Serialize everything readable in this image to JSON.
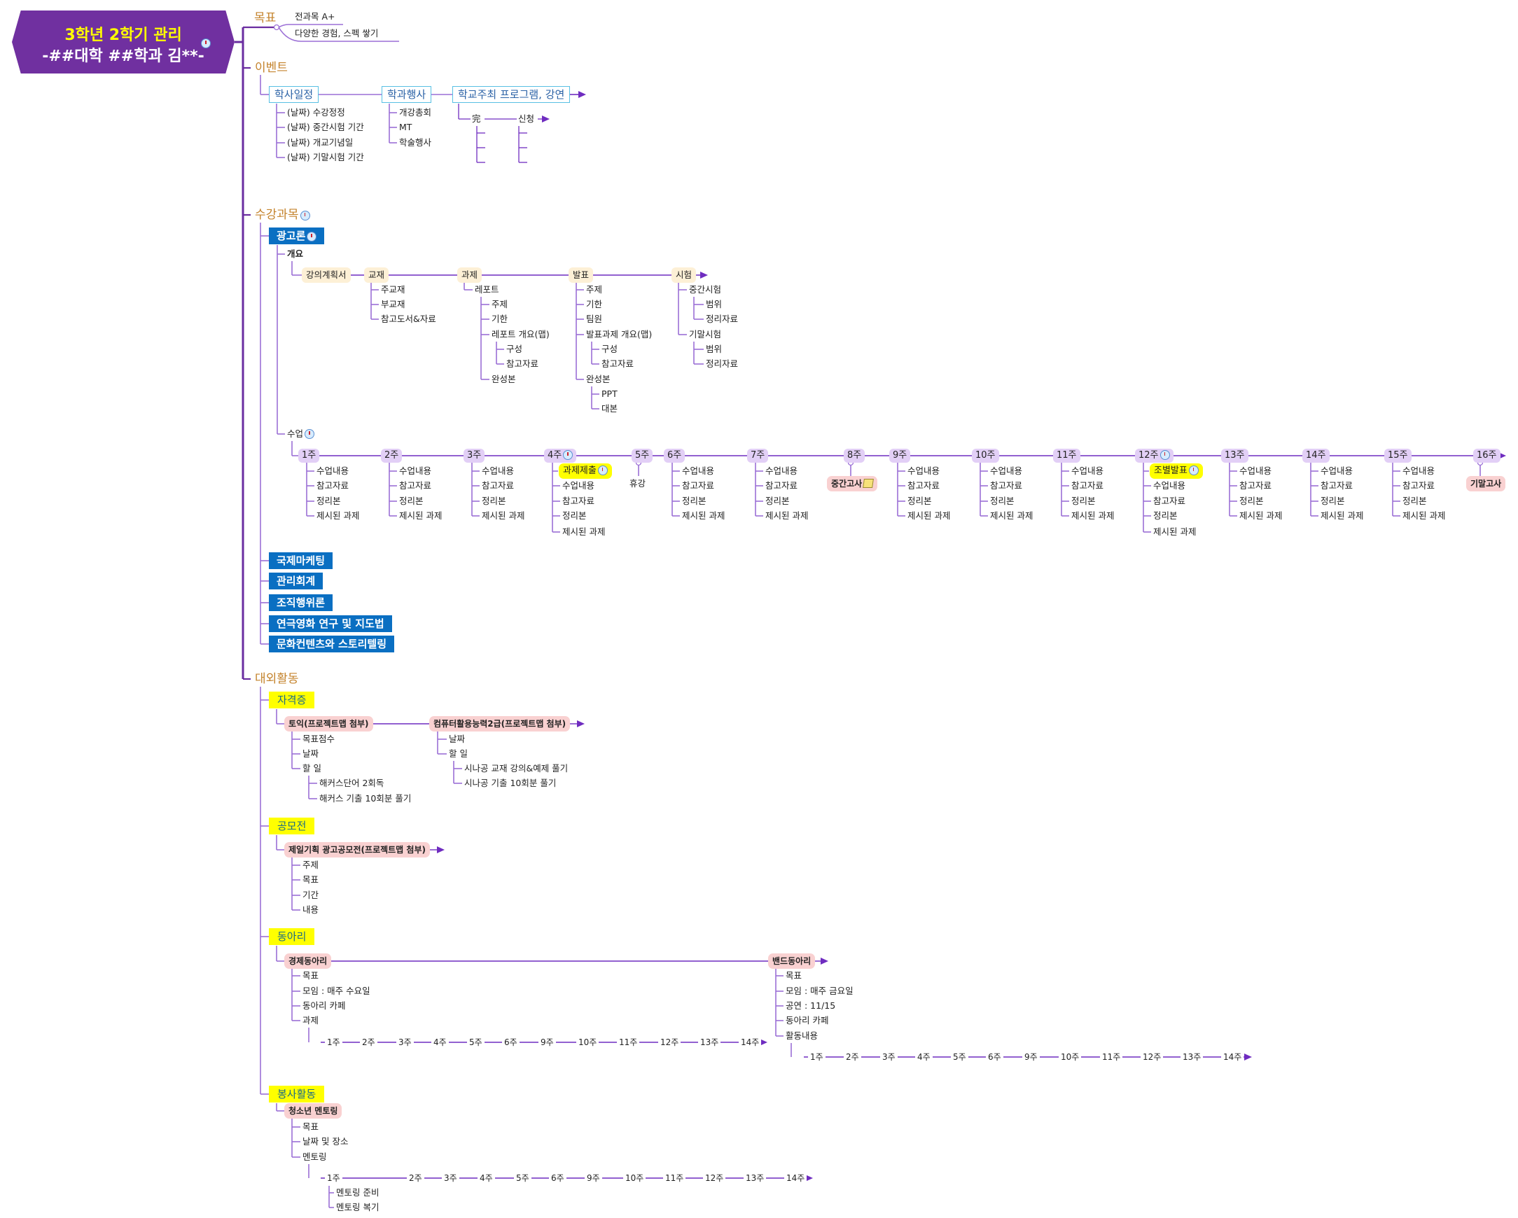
{
  "root": {
    "title": "3학년 2학기 관리",
    "subtitle": "-##대학 ##학과 김**-"
  },
  "goals": {
    "label": "목표",
    "items": [
      "전과목 A+",
      "다양한 경험, 스펙 쌓기"
    ]
  },
  "events": {
    "label": "이벤트",
    "academic": {
      "label": "학사일정",
      "items": [
        "(날짜) 수강정정",
        "(날짜) 중간시험 기간",
        "(날짜) 개교기념일",
        "(날짜) 기말시험 기간"
      ]
    },
    "dept": {
      "label": "학과행사",
      "items": [
        "개강총회",
        "MT",
        "학술행사"
      ]
    },
    "school": {
      "label": "학교주최 프로그램, 강연",
      "done": "完",
      "apply": "신청"
    }
  },
  "courses": {
    "label": "수강과목",
    "ad": {
      "label": "광고론",
      "overview": {
        "label": "개요",
        "syllabus": "강의계획서",
        "textbook": {
          "label": "교재",
          "items": [
            "주교재",
            "부교재",
            "참고도서&자료"
          ]
        },
        "assignment": {
          "label": "과제",
          "report": "레포트",
          "items": [
            "주제",
            "기한",
            "레포트 개요(맵)",
            "완성본"
          ],
          "outline_items": [
            "구성",
            "참고자료"
          ]
        },
        "presentation": {
          "label": "발표",
          "items": [
            "주제",
            "기한",
            "팀원",
            "발표과제 개요(맵)",
            "완성본"
          ],
          "outline_items": [
            "구성",
            "참고자료"
          ],
          "final_items": [
            "PPT",
            "대본"
          ]
        },
        "exam": {
          "label": "시험",
          "midterm": "중간시험",
          "final": "기말시험",
          "items": [
            "범위",
            "정리자료"
          ]
        }
      },
      "classes": {
        "label": "수업",
        "weeks": [
          "1주",
          "2주",
          "3주",
          "4주",
          "5주",
          "6주",
          "7주",
          "8주",
          "9주",
          "10주",
          "11주",
          "12주",
          "13주",
          "14주",
          "15주",
          "16주"
        ],
        "week_items": [
          "수업내용",
          "참고자료",
          "정리본",
          "제시된 과제"
        ],
        "week4_task": "과제제출",
        "week12_task": "조별발표",
        "week5_note": "휴강",
        "week8_note": "중간고사",
        "week16_note": "기말고사"
      }
    },
    "others": [
      "국제마케팅",
      "관리회계",
      "조직행위론",
      "연극영화 연구 및 지도법",
      "문화컨텐츠와 스토리텔링"
    ]
  },
  "activities": {
    "label": "대외활동",
    "cert": {
      "label": "자격증",
      "toeic": {
        "label": "토익(프로젝트맵 첨부)",
        "items": [
          "목표점수",
          "날짜",
          "할 일"
        ],
        "todo": [
          "해커스단어 2회독",
          "해커스 기출 10회분 풀기"
        ]
      },
      "itq": {
        "label": "컴퓨터활용능력2급(프로젝트맵 첨부)",
        "items": [
          "날짜",
          "할 일"
        ],
        "todo": [
          "시나공 교재 강의&예제 풀기",
          "시나공 기출 10회분 풀기"
        ]
      }
    },
    "contest": {
      "label": "공모전",
      "item": {
        "label": "제일기획 광고공모전(프로젝트맵 첨부)",
        "items": [
          "주제",
          "목표",
          "기간",
          "내용"
        ]
      }
    },
    "club": {
      "label": "동아리",
      "econ": {
        "label": "경제동아리",
        "items": [
          "목표",
          "모임 : 매주 수요일",
          "동아리 카페",
          "과제"
        ],
        "weeks": [
          "1주",
          "2주",
          "3주",
          "4주",
          "5주",
          "6주",
          "9주",
          "10주",
          "11주",
          "12주",
          "13주",
          "14주"
        ]
      },
      "band": {
        "label": "밴드동아리",
        "items": [
          "목표",
          "모임 : 매주 금요일",
          "공연 : 11/15",
          "동아리 카페",
          "활동내용"
        ],
        "weeks": [
          "1주",
          "2주",
          "3주",
          "4주",
          "5주",
          "6주",
          "9주",
          "10주",
          "11주",
          "12주",
          "13주",
          "14주"
        ]
      }
    },
    "volunteer": {
      "label": "봉사활동",
      "mentoring": {
        "label": "청소년 멘토링",
        "items": [
          "목표",
          "날짜 및 장소",
          "멘토링"
        ],
        "weeks": [
          "1주",
          "2주",
          "3주",
          "4주",
          "5주",
          "6주",
          "9주",
          "10주",
          "11주",
          "12주",
          "13주",
          "14주"
        ],
        "week1_items": [
          "멘토링 준비",
          "멘토링 복기"
        ]
      }
    }
  },
  "colors": {
    "root": "#7030a0",
    "trunk": "#6a2ca0",
    "branch": "#9b6fd6",
    "course": "#0a6fc2",
    "highlight": "#ffff00",
    "label": "#c4832c"
  }
}
